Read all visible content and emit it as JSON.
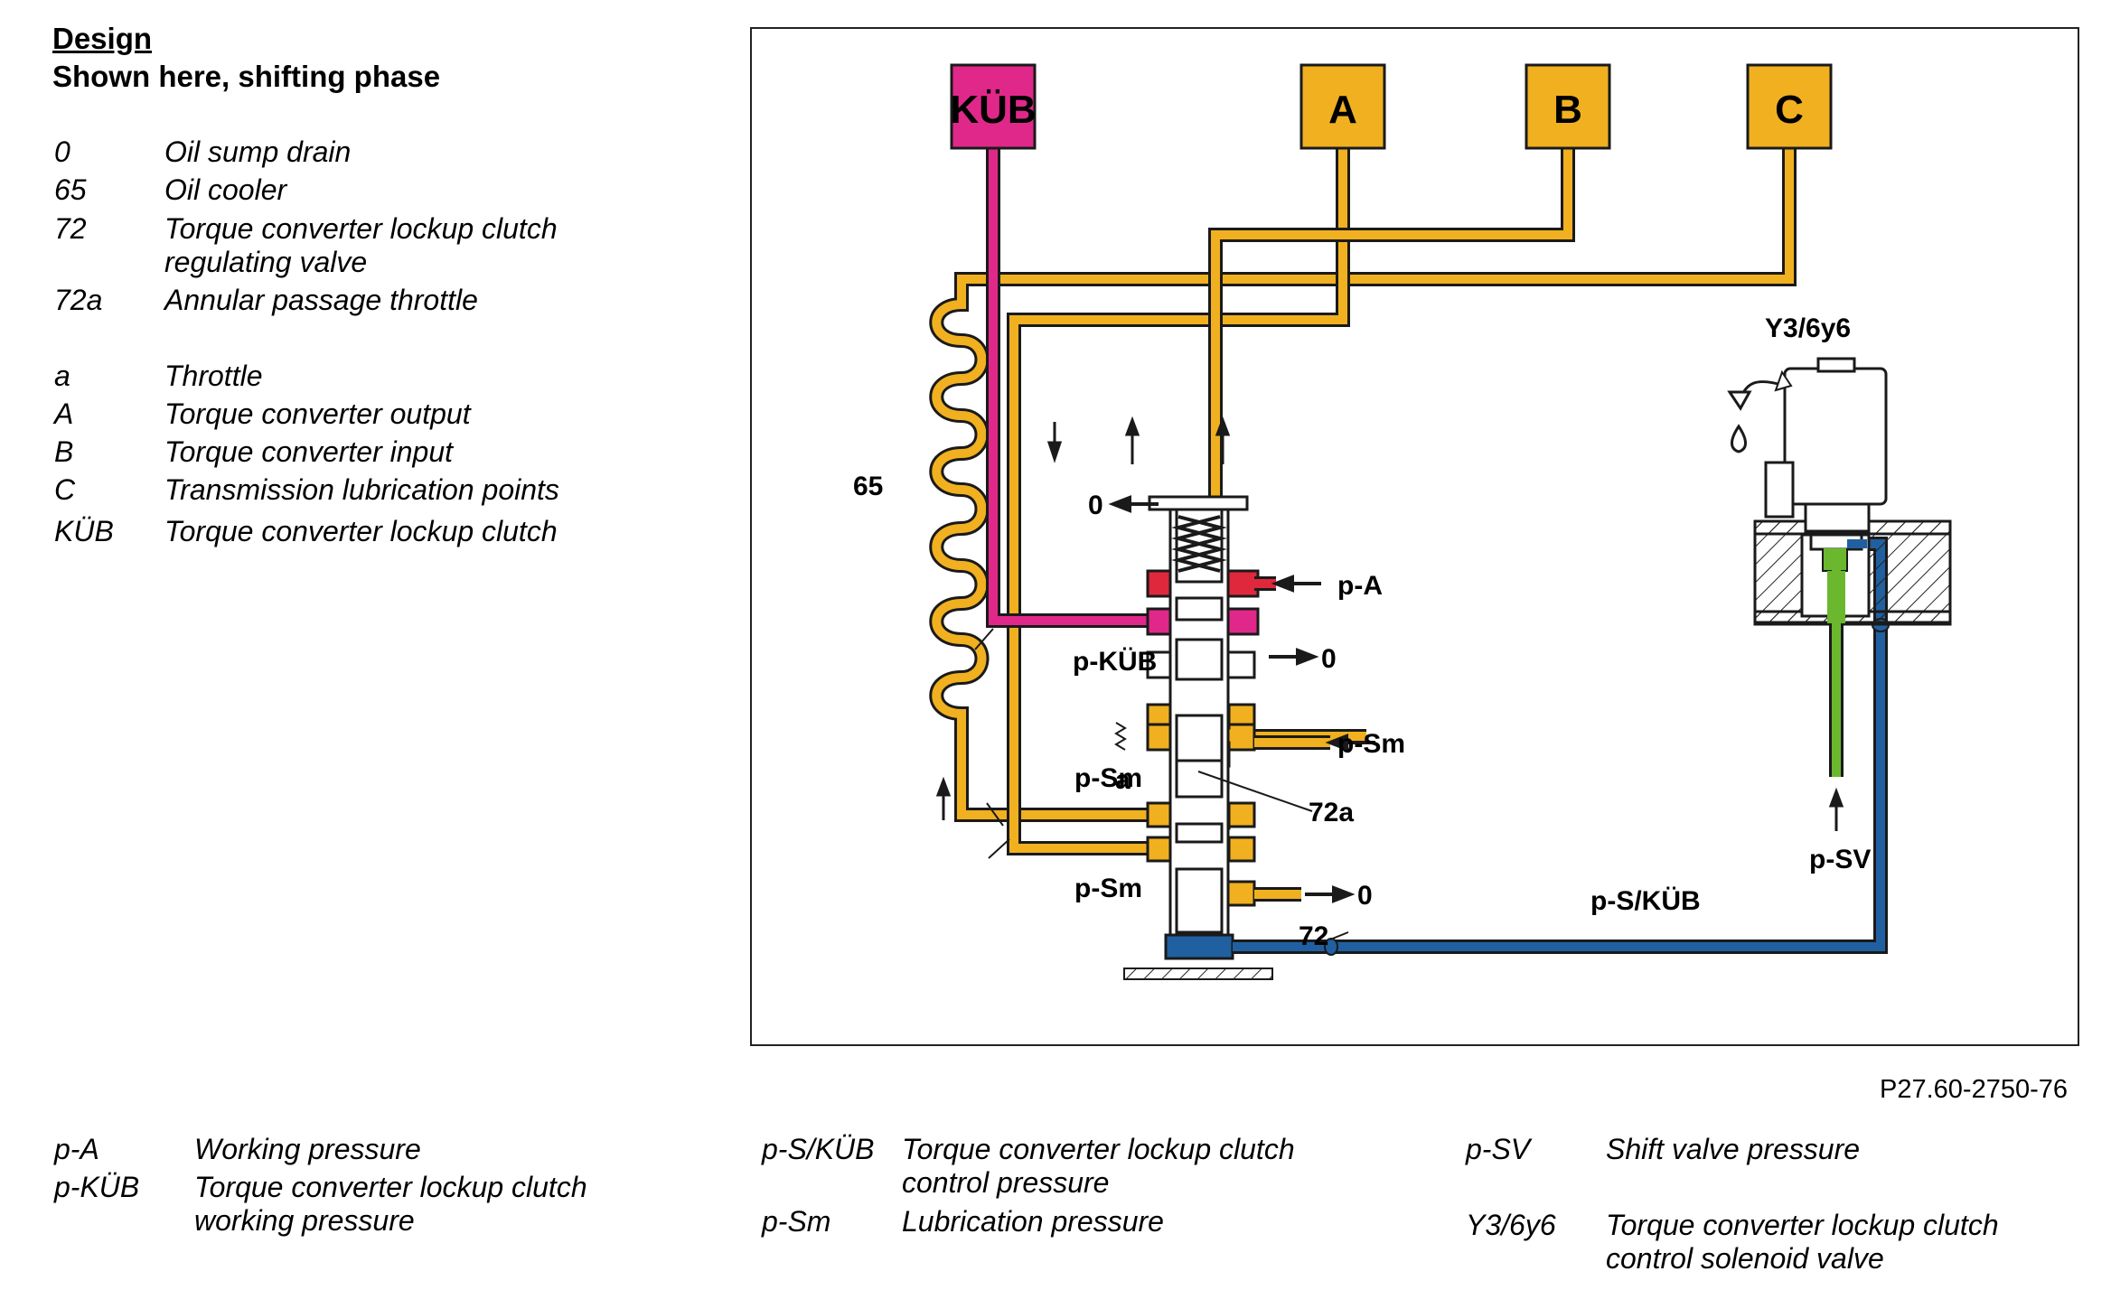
{
  "header": {
    "title": "Design",
    "subtitle": "Shown here, shifting phase"
  },
  "legend_top": [
    {
      "code": "0",
      "desc": "Oil sump drain"
    },
    {
      "code": "65",
      "desc": "Oil cooler"
    },
    {
      "code": "72",
      "desc": "Torque converter lockup clutch",
      "desc2": "regulating valve"
    },
    {
      "code": "72a",
      "desc": "Annular passage throttle"
    },
    {
      "code": "a",
      "desc": "Throttle"
    },
    {
      "code": "A",
      "desc": "Torque converter output"
    },
    {
      "code": "B",
      "desc": "Torque converter input"
    },
    {
      "code": "C",
      "desc": "Transmission lubrication points"
    },
    {
      "code": "KÜB",
      "desc": "Torque converter lockup clutch"
    }
  ],
  "legend_bottom": [
    {
      "code": "p-A",
      "desc": "Working pressure"
    },
    {
      "code": "p-KÜB",
      "desc": "Torque converter lockup clutch",
      "desc2": "working pressure"
    },
    {
      "code": "p-S/KÜB",
      "desc": "Torque converter lockup clutch",
      "desc2": "control pressure"
    },
    {
      "code": "p-Sm",
      "desc": "Lubrication pressure"
    },
    {
      "code": "p-SV",
      "desc": "Shift valve pressure"
    },
    {
      "code": "Y3/6y6",
      "desc": "Torque converter lockup clutch",
      "desc2": "control solenoid valve"
    }
  ],
  "figure_ref": "P27.60-2750-76",
  "diagram": {
    "boxes": {
      "kub": "KÜB",
      "a": "A",
      "b": "B",
      "c": "C"
    },
    "labels": {
      "cooler": "65",
      "solenoid": "Y3/6y6",
      "drain_top": "0",
      "drain_mid": "0",
      "drain_low": "0",
      "pa": "p-A",
      "pkub": "p-KÜB",
      "psm_right": "p-Sm",
      "psm_left1": "p-Sm",
      "psm_left2": "p-Sm",
      "throttle": "a",
      "annular": "72a",
      "valve": "72",
      "psv": "p-SV",
      "pskub": "p-S/KÜB"
    },
    "colors": {
      "lubrication": "#F0B020",
      "lockup": "#E0288A",
      "control": "#2060A0",
      "shift": "#6BB82E",
      "working": "#E0283C",
      "outline": "#1a1a1a"
    }
  }
}
